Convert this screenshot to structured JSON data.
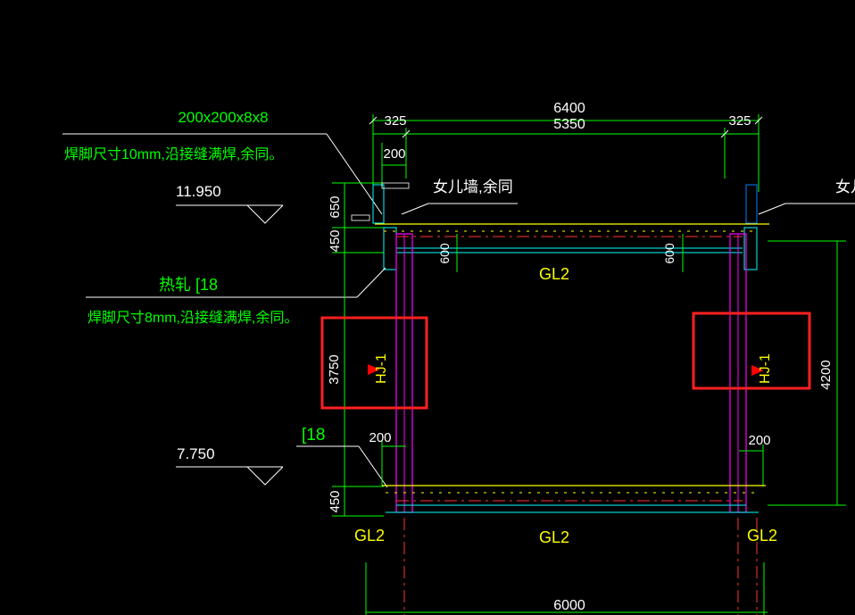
{
  "colors": {
    "background": "#000000",
    "white": "#ffffff",
    "green": "#00ff00",
    "yellow": "#ffff00",
    "magenta": "#ff00ff",
    "cyan": "#00ffff",
    "blue": "#0080ff",
    "red": "#ff0000"
  },
  "dims": {
    "d6400": "6400",
    "d5350": "5350",
    "d325_left": "325",
    "d325_right": "325",
    "d200_top": "200",
    "d650": "650",
    "d450_top": "450",
    "d600_left": "600",
    "d600_right": "600",
    "d3750": "3750",
    "d4200": "4200",
    "d200_bottom_left": "200",
    "d200_bottom_right": "200",
    "d450_bottom": "450",
    "d6000": "6000"
  },
  "labels": {
    "angle_steel": "200x200x8x8",
    "weld_note_10": "焊脚尺寸10mm,沿接缝满焊,余同。",
    "elev_top": "11.950",
    "parapet_left": "女儿墙,余同",
    "parapet_right": "女儿",
    "channel_hot": "热轧 [18",
    "weld_note_8": "焊脚尺寸8mm,沿接缝满焊,余同。",
    "channel_18": "[18",
    "elev_bottom": "7.750",
    "beam_gl2_top": "GL2",
    "beam_gl2_bottom_left": "GL2",
    "beam_gl2_bottom_mid": "GL2",
    "beam_gl2_bottom_right": "GL2",
    "hj1_left": "HJ-1",
    "hj1_right": "HJ-1"
  },
  "highlights": [
    "left-hj1-box",
    "right-hj1-box"
  ]
}
